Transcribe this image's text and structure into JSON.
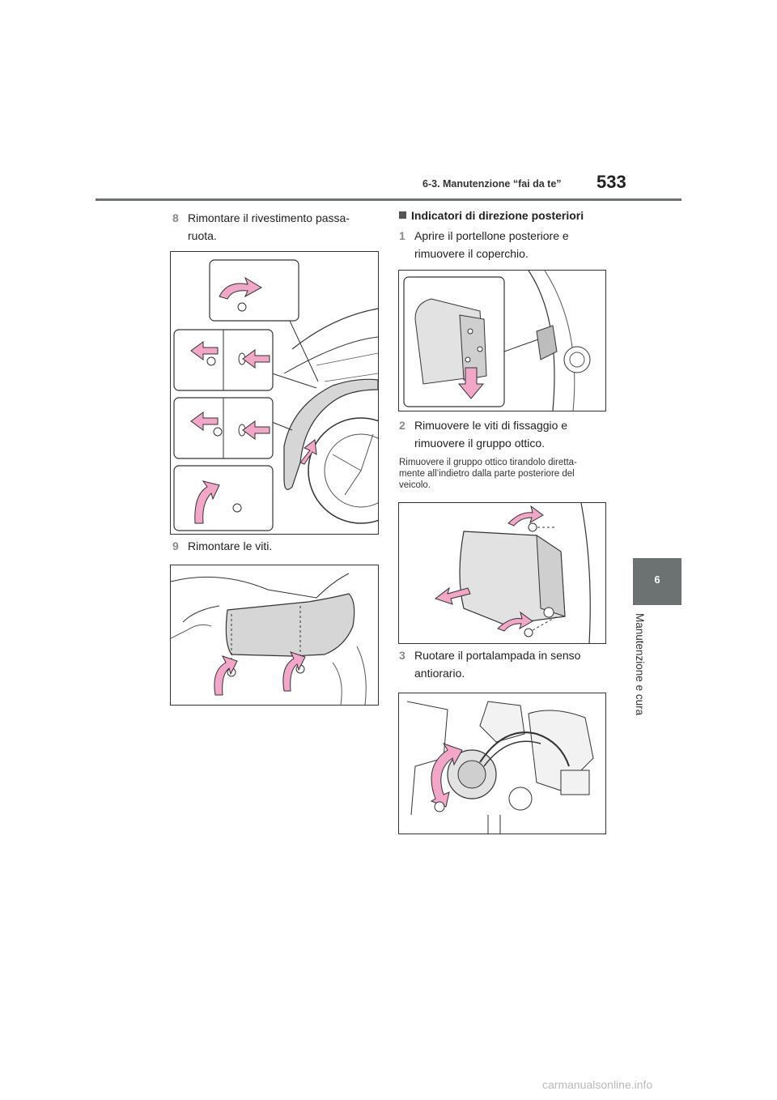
{
  "header": {
    "section": "6-3. Manutenzione “fai da te”",
    "page_number": "533"
  },
  "side_tab": {
    "chapter_number": "6",
    "chapter_title": "Manutenzione e cura"
  },
  "left": {
    "step8": {
      "num": "8",
      "line1": "Rimontare il rivestimento passa-",
      "line2": "ruota."
    },
    "step9": {
      "num": "9",
      "line1": "Rimontare le viti."
    }
  },
  "right": {
    "heading": "Indicatori di direzione posteriori",
    "step1": {
      "num": "1",
      "line1": "Aprire il portellone posteriore e",
      "line2": "rimuovere il coperchio."
    },
    "step2": {
      "num": "2",
      "line1": "Rimuovere le viti di fissaggio e",
      "line2": "rimuovere il gruppo ottico."
    },
    "note": {
      "line1": "Rimuovere il gruppo ottico tirandolo diretta-",
      "line2": "mente all’indietro dalla parte posteriore del",
      "line3": "veicolo."
    },
    "step3": {
      "num": "3",
      "line1": "Ruotare il portalampada in senso",
      "line2": "antiorario."
    }
  },
  "watermark": "carmanualsonline.info",
  "colors": {
    "accent_arrow": "#f2a6c8",
    "tab_gray": "#6c7272"
  }
}
